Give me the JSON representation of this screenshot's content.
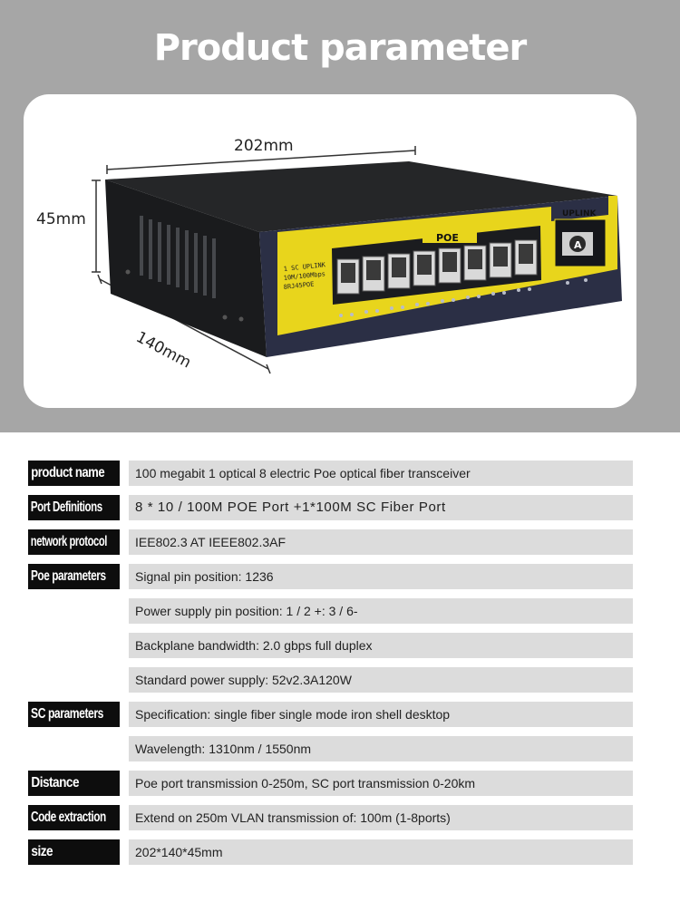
{
  "header": {
    "title": "Product parameter",
    "dimensions": {
      "width": "202mm",
      "height": "45mm",
      "depth": "140mm"
    },
    "device_labels": {
      "poe": "POE",
      "uplink": "UPLINK",
      "port_letter": "A",
      "spec_text": [
        "1 SC UPLINK",
        "10M/100Mbps",
        "8RJ45POE"
      ]
    }
  },
  "params": [
    {
      "label": "product name",
      "value": "100 megabit 1 optical 8 electric Poe optical fiber transceiver"
    },
    {
      "label": "Port Definitions",
      "value": "8 * 10 / 100M POE Port +1*100M SC Fiber Port"
    },
    {
      "label": "network protocol",
      "value": "IEE802.3 AT IEEE802.3AF"
    },
    {
      "label": "Poe parameters",
      "value": "Signal pin position: 1236"
    },
    {
      "label": "",
      "value": "Power supply pin position: 1 / 2 +: 3 / 6-"
    },
    {
      "label": "",
      "value": "Backplane bandwidth: 2.0 gbps full duplex"
    },
    {
      "label": "",
      "value": "Standard power supply: 52v2.3A120W"
    },
    {
      "label": "SC parameters",
      "value": "Specification: single fiber single mode iron shell desktop"
    },
    {
      "label": "",
      "value": "Wavelength: 1310nm / 1550nm"
    },
    {
      "label": "Distance",
      "value": "Poe port transmission 0-250m, SC port transmission 0-20km"
    },
    {
      "label": "Code extraction",
      "value": "Extend on 250m VLAN transmission of: 100m (1-8ports)"
    },
    {
      "label": "size",
      "value": "202*140*45mm"
    }
  ],
  "colors": {
    "header_bg": "#a6a6a6",
    "label_bg": "#0d0d0d",
    "value_bg": "#dcdcdc",
    "panel_yellow": "#e8d51c",
    "panel_navy": "#2b2f45"
  }
}
